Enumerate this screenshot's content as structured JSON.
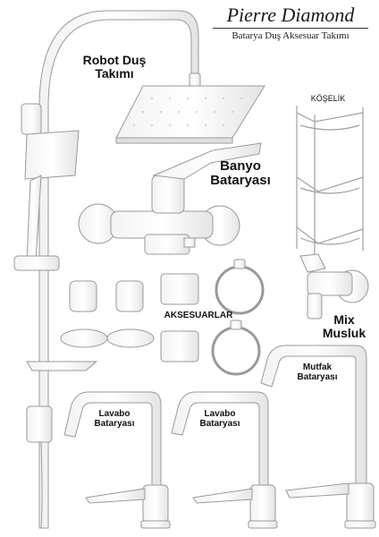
{
  "brand": {
    "name": "Pierre Diamond",
    "tagline": "Batarya Duş Aksesuar Takımı"
  },
  "labels": {
    "robot": [
      "Robot Duş",
      "Takımı"
    ],
    "koselik": "KÖŞELİK",
    "banyo": [
      "Banyo",
      "Bataryası"
    ],
    "aksesuarlar": "AKSESUARLAR",
    "mix": [
      "Mix",
      "Musluk"
    ],
    "mutfak": [
      "Mutfak",
      "Bataryası"
    ],
    "lavabo1": [
      "Lavabo",
      "Bataryası"
    ],
    "lavabo2": [
      "Lavabo",
      "Bataryası"
    ]
  },
  "colors": {
    "product": "#ffffff",
    "outline": "#9a9a9a",
    "shadow": "#e6e6e6"
  }
}
